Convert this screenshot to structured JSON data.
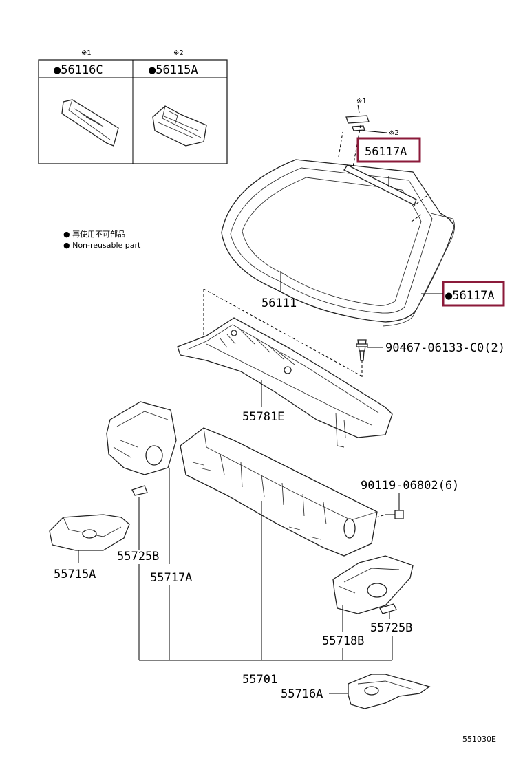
{
  "inset_box": {
    "mark_1": "※1",
    "mark_2": "※2",
    "col1_label": "●56116C",
    "col2_label": "●56115A"
  },
  "legend": {
    "jp": "● 再使用不可部品",
    "en": "● Non-reusable part"
  },
  "small_marks": {
    "mark_1": "※1",
    "mark_2": "※2"
  },
  "callouts": {
    "weatherstrip_top": "56117A",
    "weatherstrip_side": "●56117A",
    "windshield": "56111",
    "clip": "90467-06133-C0(2)",
    "cowl_top": "55781E",
    "bolt": "90119-06802(6)",
    "bracket_left_small": "55725B",
    "bracket_left": "55715A",
    "panel_left": "55717A",
    "bracket_right_small": "55725B",
    "bracket_right": "55718B",
    "cowl_panel": "55701",
    "bracket_bottom": "55716A"
  },
  "diagram_id": "551030E",
  "colors": {
    "highlight": "#8b1a3a",
    "ink": "#000000"
  }
}
